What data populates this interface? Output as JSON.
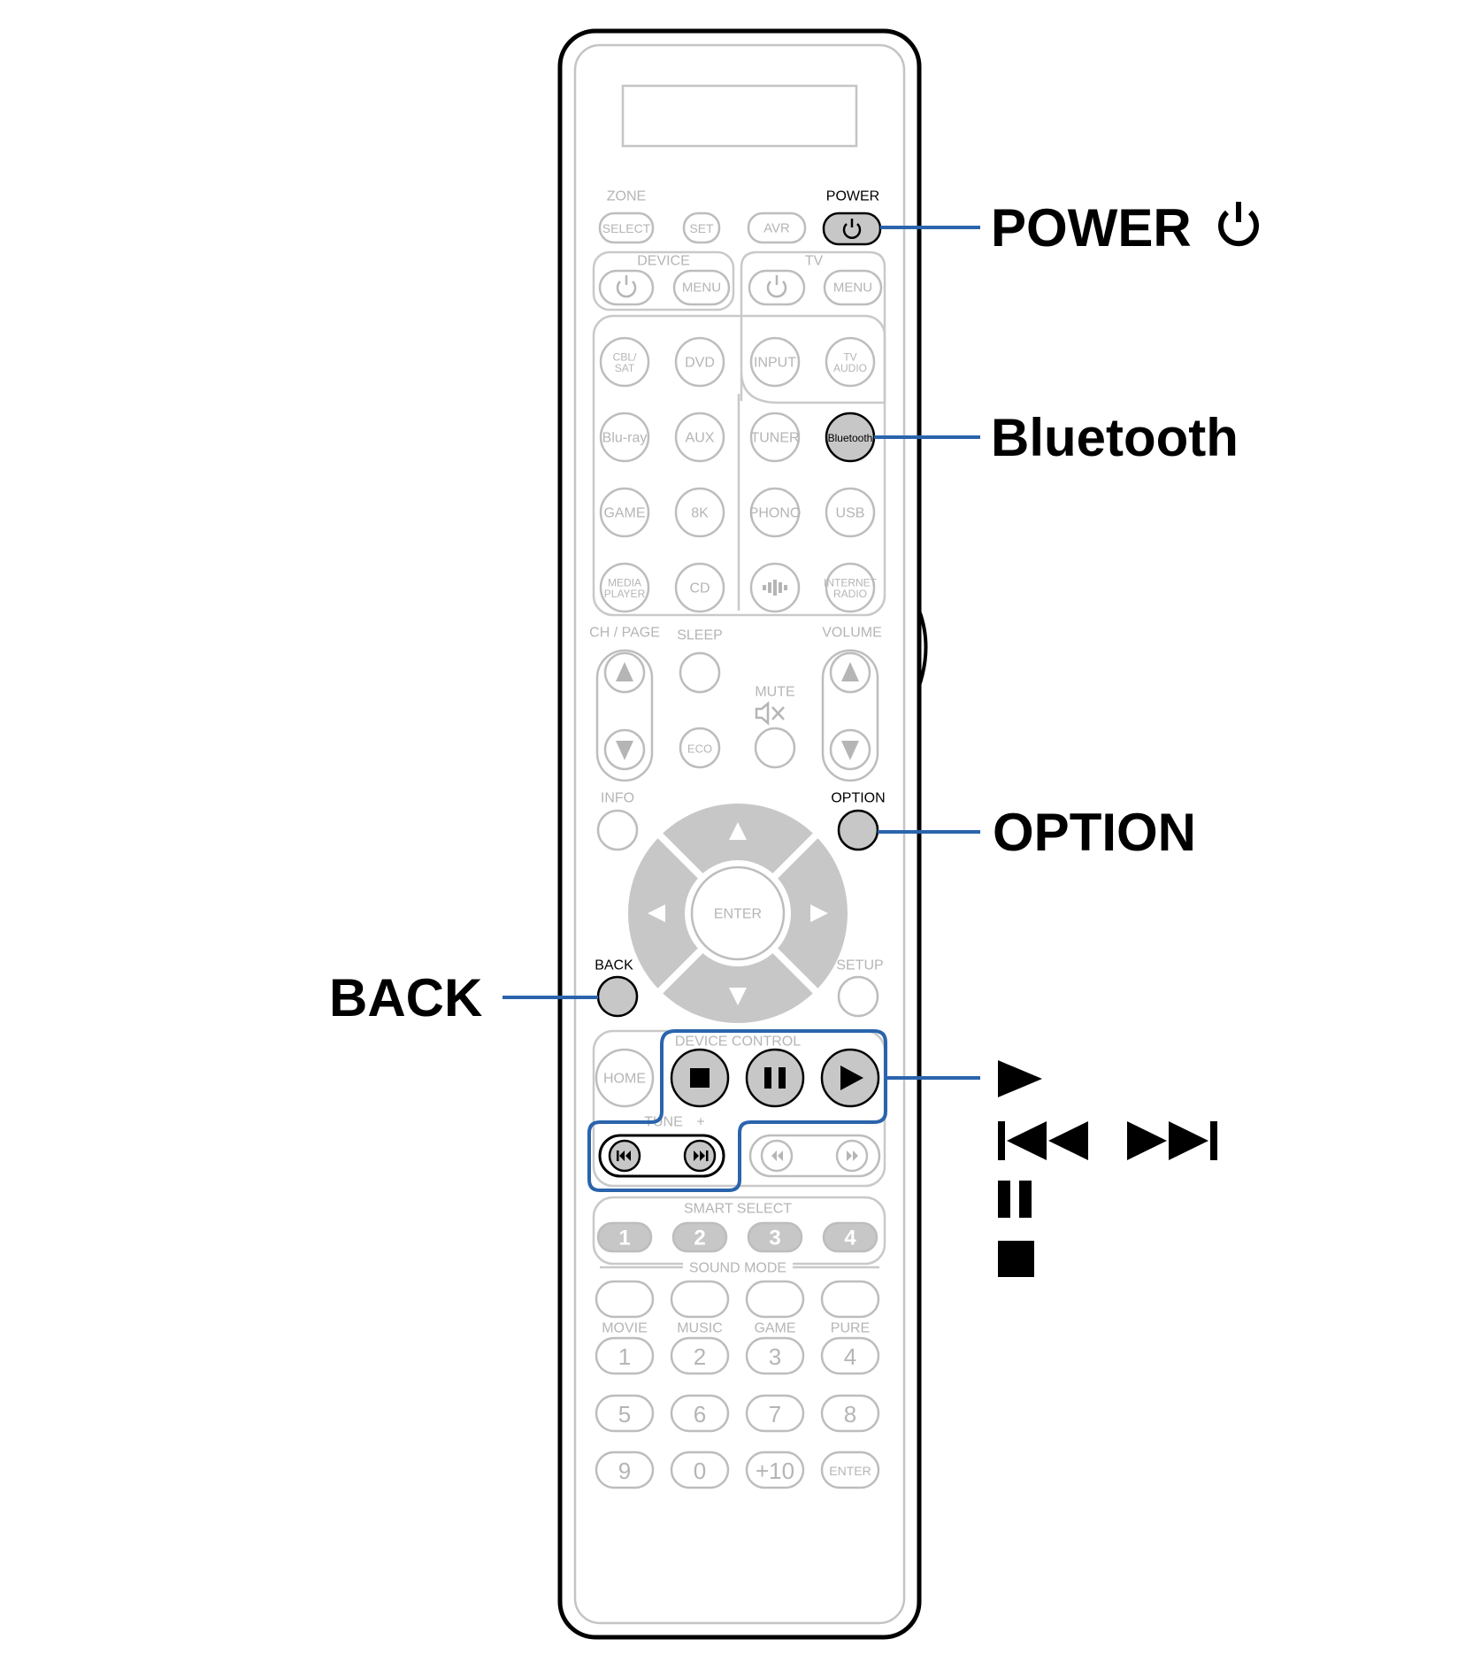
{
  "remote": {
    "zone_label": "ZONE",
    "power_label": "POWER",
    "select": "SELECT",
    "set": "SET",
    "avr": "AVR",
    "device_label": "DEVICE",
    "tv_label": "TV",
    "menu": "MENU",
    "source_rows": [
      [
        "CBL/\nSAT",
        "DVD",
        "INPUT",
        "TV\nAUDIO"
      ],
      [
        "Blu-ray",
        "AUX",
        "TUNER",
        "Bluetooth"
      ],
      [
        "GAME",
        "8K",
        "PHONO",
        "USB"
      ],
      [
        "MEDIA\nPLAYER",
        "CD",
        "",
        "INTERNET\nRADIO"
      ]
    ],
    "ch_page": "CH / PAGE",
    "sleep": "SLEEP",
    "volume": "VOLUME",
    "mute": "MUTE",
    "eco": "ECO",
    "info": "INFO",
    "option": "OPTION",
    "enter": "ENTER",
    "back": "BACK",
    "setup": "SETUP",
    "device_control": "DEVICE CONTROL",
    "home": "HOME",
    "tune": "TUNE",
    "tune_minus": "–",
    "tune_plus": "+",
    "smart_select": "SMART SELECT",
    "smart_buttons": [
      "1",
      "2",
      "3",
      "4"
    ],
    "sound_mode": "SOUND MODE",
    "sound_modes": [
      "MOVIE",
      "MUSIC",
      "GAME",
      "PURE"
    ],
    "numpad": [
      [
        "1",
        "2",
        "3",
        "4"
      ],
      [
        "5",
        "6",
        "7",
        "8"
      ],
      [
        "9",
        "0",
        "+10",
        "ENTER"
      ]
    ]
  },
  "callouts": {
    "power": "POWER",
    "bluetooth": "Bluetooth",
    "option": "OPTION",
    "back": "BACK",
    "transport": [
      "▶",
      "⏮ ⏭",
      "⏸",
      "■"
    ]
  },
  "colors": {
    "leader": "#2a64ac",
    "highlight_fill": "#c7c7c7",
    "faded": "#b5b5b5"
  }
}
